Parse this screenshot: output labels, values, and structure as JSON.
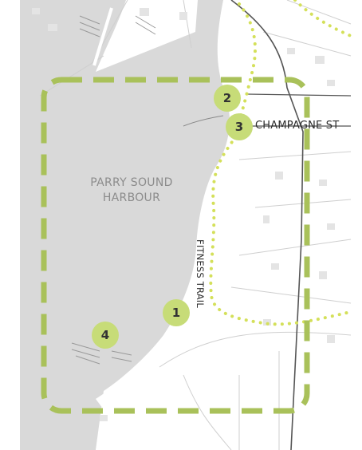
{
  "labels": {
    "harbour_line1": "PARRY SOUND",
    "harbour_line2": "HARBOUR",
    "street": "CHAMPAGNE ST",
    "trail": "FITNESS TRAIL"
  },
  "markers": [
    "1",
    "2",
    "3",
    "4"
  ],
  "colors": {
    "water": "#d9d9d9",
    "land": "#ffffff",
    "route": "#a9c15a",
    "trail": "#d4e05a",
    "marker": "#c7dc78",
    "road": "#555555"
  }
}
